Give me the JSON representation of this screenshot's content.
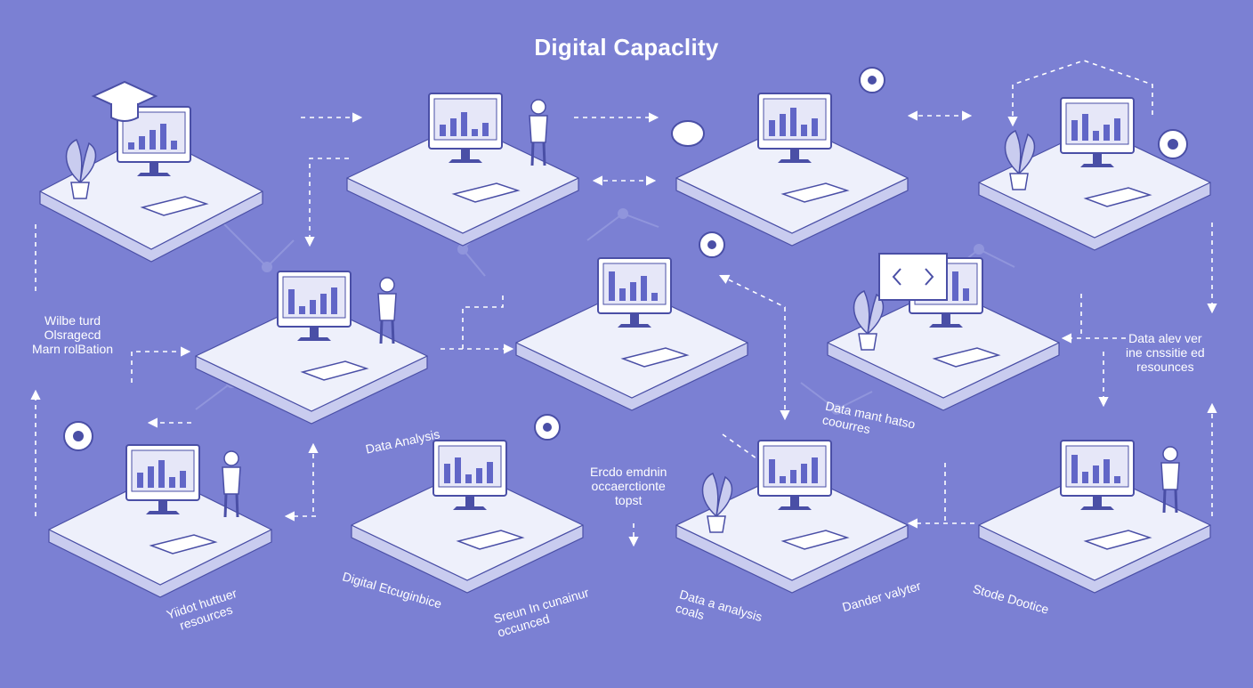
{
  "title": "Digital Capaclity",
  "labels": {
    "l1": "Wilbe turd\nOlsragecd\nMarn rolBation",
    "l2": "Data alev ver\nine cnssitie ed\nresounces",
    "l3": "Data Analysis",
    "l4": "Data mant hatso\ncoourres",
    "l5": "Ercdo emdnin\noccaerctionte\ntopst",
    "l6": "Yiidot huttuer\nresources",
    "l7": "Digital Etcuginbice",
    "l8": "Sreun In cunainur\noccunced",
    "l9": "Data a analysis\ncoals",
    "l10": "Dander valyter",
    "l11": "Stode Dootice"
  },
  "colors": {
    "background": "#7b80d3",
    "platform": "#eef0fb",
    "platform_side": "#c9ccef",
    "outline": "#4a4fa6",
    "accent": "#6166c7"
  },
  "icons": [
    "graduation-cap-icon",
    "monitor-icon",
    "laptop-icon",
    "plant-icon",
    "person-icon",
    "chart-icon",
    "gear-icon",
    "code-icon",
    "chat-bubble-icon",
    "keyboard-icon",
    "headset-icon",
    "camera-icon"
  ]
}
